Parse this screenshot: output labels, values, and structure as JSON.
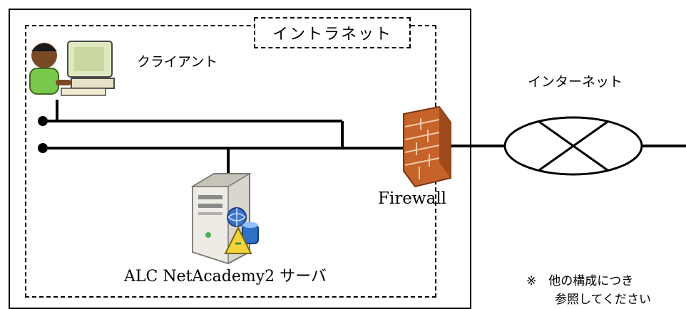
{
  "intranet": {
    "label": "イントラネット"
  },
  "client": {
    "label": "クライアント"
  },
  "internet": {
    "label": "インターネット"
  },
  "firewall": {
    "label": "Firewall"
  },
  "server": {
    "label": "ALC NetAcademy2 サーバ"
  },
  "note": {
    "line1": "※　他の構成につき",
    "line2": "参照してください"
  }
}
